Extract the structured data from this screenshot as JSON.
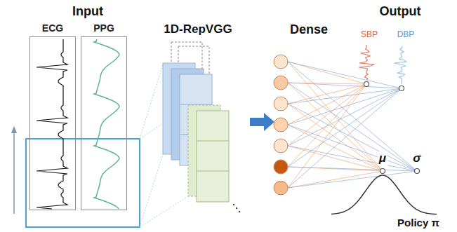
{
  "diagram": {
    "nodes": [
      {
        "text": [
          "ECG"
        ]
      },
      {
        "text": [
          "PPG"
        ]
      }
    ],
    "labels": [
      "Input",
      "1D-RepVGG",
      "Dense",
      "Output",
      "SBP",
      "DBP",
      "μ",
      "σ",
      "Policy π"
    ]
  }
}
